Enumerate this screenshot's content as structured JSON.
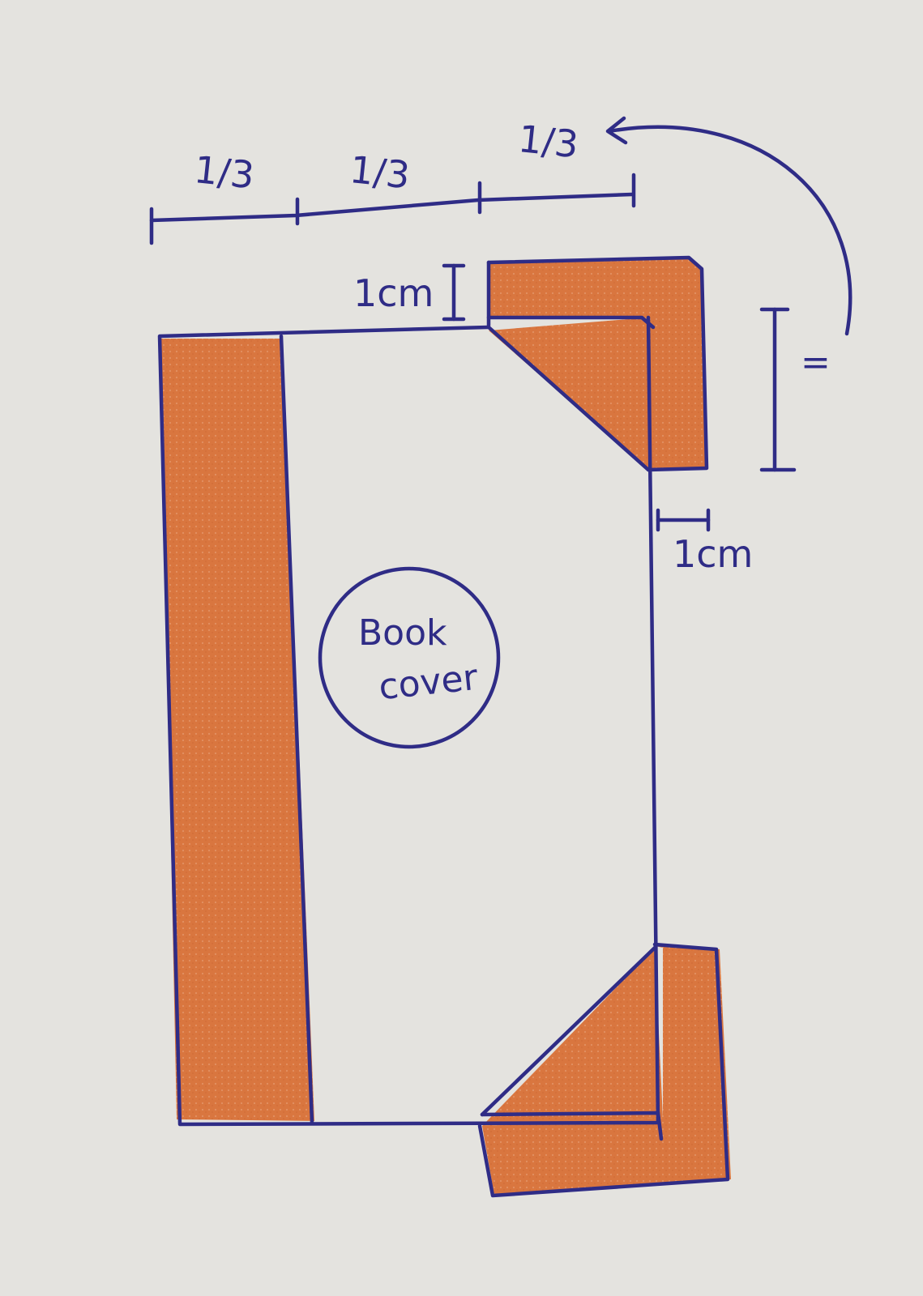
{
  "diagram": {
    "colors": {
      "paper": "#e4e3df",
      "ink": "#2f2c86",
      "fill": "#d9763f"
    },
    "labels": {
      "third_1": "1/3",
      "third_2": "1/3",
      "third_3": "1/3",
      "top_margin": "1cm",
      "side_margin": "1cm",
      "equal_sign": "=",
      "center_line1": "Book",
      "center_line2": "cover"
    }
  }
}
